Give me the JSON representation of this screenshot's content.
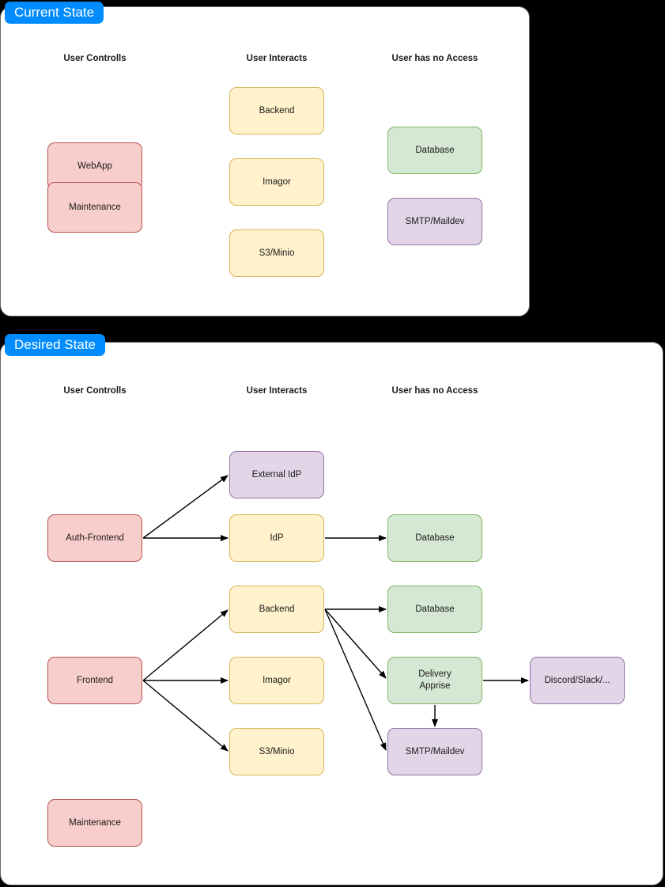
{
  "diagram": {
    "title_tabs": {
      "current": "Current State",
      "desired": "Desired State"
    },
    "accent_color": "#008cff",
    "palette": {
      "red_fill": "#f8cecc",
      "red_stroke": "#b85450",
      "yellow_fill": "#fff2cc",
      "yellow_stroke": "#d6b656",
      "green_fill": "#d5e8d4",
      "green_stroke": "#82b366",
      "purple_fill": "#e1d5e7",
      "purple_stroke": "#9673a6"
    },
    "column_headers": {
      "controls": "User Controlls",
      "interacts": "User Interacts",
      "no_access": "User has no Access"
    },
    "current_state": {
      "nodes": {
        "webapp": "WebApp",
        "maintenance": "Maintenance",
        "backend": "Backend",
        "imagor": "Imagor",
        "s3minio": "S3/Minio",
        "database": "Database",
        "smtp": "SMTP/Maildev"
      }
    },
    "desired_state": {
      "nodes": {
        "auth_frontend": "Auth-Frontend",
        "external_idp": "External IdP",
        "idp": "IdP",
        "idp_database": "Database",
        "frontend": "Frontend",
        "backend": "Backend",
        "imagor": "Imagor",
        "s3minio": "S3/Minio",
        "backend_database": "Database",
        "delivery_apprise": "Delivery\nApprise",
        "smtp": "SMTP/Maildev",
        "discord": "Discord/Slack/...",
        "maintenance": "Maintenance"
      },
      "edges": [
        {
          "from": "auth_frontend",
          "to": "external_idp"
        },
        {
          "from": "auth_frontend",
          "to": "idp"
        },
        {
          "from": "idp",
          "to": "idp_database"
        },
        {
          "from": "frontend",
          "to": "backend"
        },
        {
          "from": "frontend",
          "to": "imagor"
        },
        {
          "from": "frontend",
          "to": "s3minio"
        },
        {
          "from": "backend",
          "to": "backend_database"
        },
        {
          "from": "backend",
          "to": "delivery_apprise"
        },
        {
          "from": "backend",
          "to": "smtp"
        },
        {
          "from": "delivery_apprise",
          "to": "discord"
        },
        {
          "from": "delivery_apprise",
          "to": "smtp"
        }
      ]
    }
  }
}
